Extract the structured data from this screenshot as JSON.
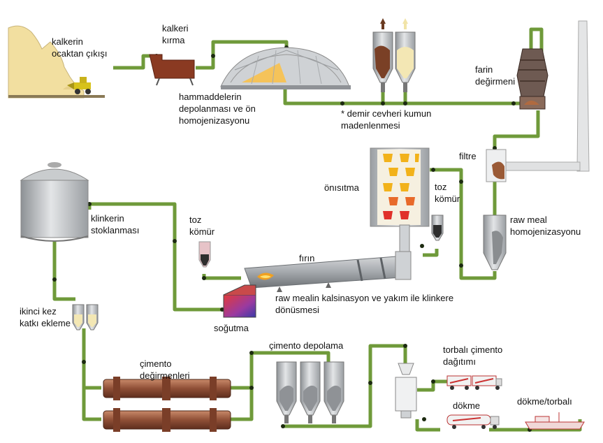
{
  "labels": {
    "quarry_exit": "kalkerin ocaktan çıkışı",
    "crushing": "kalkeri kırma",
    "raw_storage": "hammaddelerin depolanması ve ön homojenizasyonu",
    "iron_ore": "* demir cevheri kumun madenlenmesi",
    "raw_mill": "farin değirmeni",
    "filter": "filtre",
    "preheating": "önısıtma",
    "coal_right": "toz kömür",
    "raw_meal_homog": "raw meal homojenizasyonu",
    "clinker_stock": "klinkerin stoklanması",
    "coal_left": "toz kömür",
    "kiln": "fırın",
    "calcination": "raw mealin kalsinasyon ve yakım ile klinkere dönüsmesi",
    "cooling": "soğutma",
    "additive": "ikinci kez katkı ekleme",
    "cement_mills": "çimento değirmenleri",
    "cement_storage": "çimento depolama",
    "bagged_dispatch": "torbalı çimento dağıtımı",
    "bulk": "dökme",
    "bulk_bagged": "dökme/torbalı"
  },
  "colors": {
    "pipe": "#6f9a3a",
    "pipe_dark": "#3d5e1d",
    "node": "#1c2a10",
    "quarry": "#f2dfa0",
    "crusher": "#8a3a22",
    "silo": "#b9bcbf",
    "flame": "#f0a020",
    "cement_mill": "#a0634a"
  },
  "icons": [
    "quarry-icon",
    "loader-truck-icon",
    "crusher-icon",
    "storage-dome-icon",
    "ore-silo-icon",
    "raw-mill-icon",
    "chimney-icon",
    "filter-icon",
    "preheater-tower-icon",
    "coal-hopper-icon",
    "homogenization-silo-icon",
    "clinker-silo-icon",
    "rotary-kiln-icon",
    "cooler-icon",
    "additive-silo-icon",
    "cement-mill-icon",
    "cement-silo-icon",
    "packing-machine-icon",
    "cement-truck-icon",
    "bulk-tanker-icon",
    "ship-icon"
  ]
}
